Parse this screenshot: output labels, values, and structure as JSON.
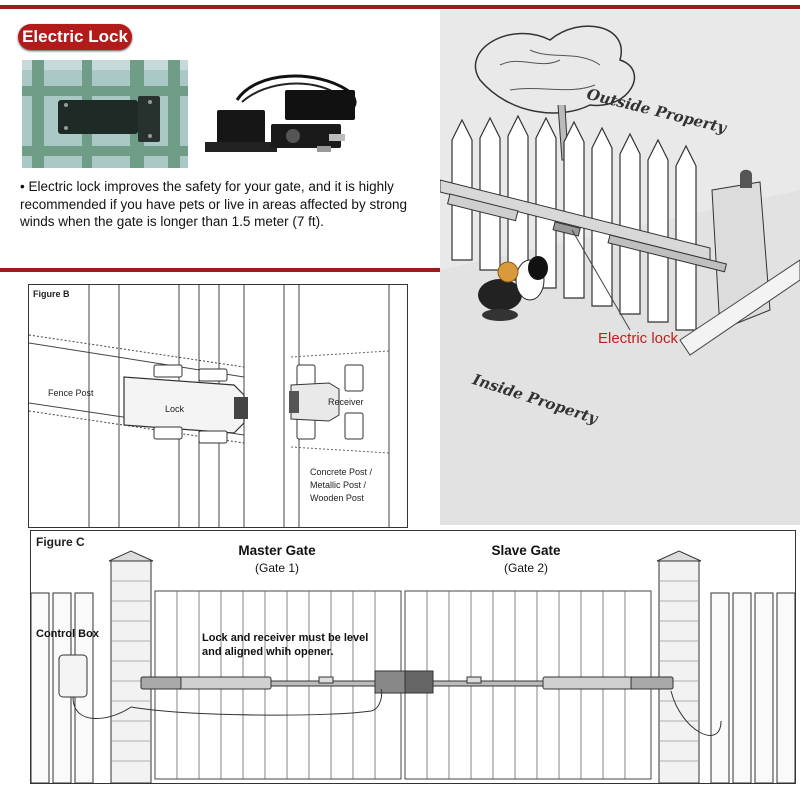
{
  "header": {
    "title": "Electric Lock"
  },
  "bullet": "• Electric lock improves the safety for your gate, and it is highly recommended if you have pets or live in areas affected by strong winds when the gate is longer than 1.5 meter (7 ft).",
  "illustration": {
    "outside_label": "Outside Property",
    "inside_label": "Inside Property",
    "lock_label": "Electric lock"
  },
  "figure_b": {
    "title": "Figure B",
    "fence_post": "Fence Post",
    "lock": "Lock",
    "receiver": "Receiver",
    "post_types": [
      "Concrete Post /",
      "Metallic Post /",
      "Wooden Post"
    ]
  },
  "figure_c": {
    "title": "Figure C",
    "master_gate": "Master Gate",
    "master_sub": "(Gate 1)",
    "slave_gate": "Slave Gate",
    "slave_sub": "(Gate 2)",
    "control_box": "Control Box",
    "note_line1": "Lock and receiver must be level",
    "note_line2": "and aligned whih opener."
  },
  "colors": {
    "brand_red": "#b31b1b",
    "rule_red": "#9e1b1b",
    "label_red": "#c0201c"
  }
}
